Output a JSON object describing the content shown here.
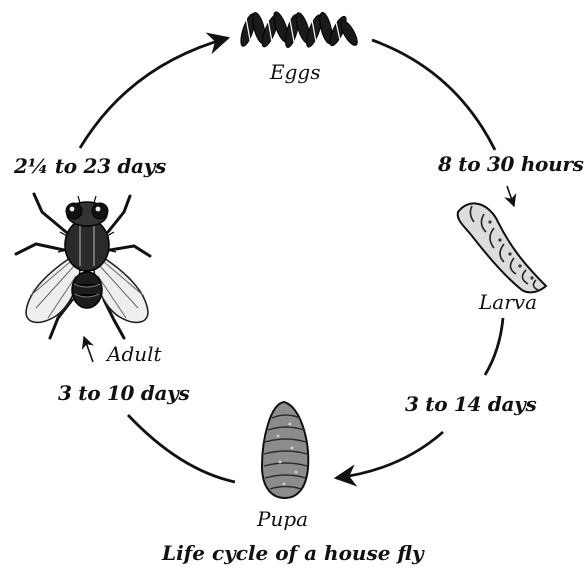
{
  "diagram": {
    "caption": "Life cycle of a house fly",
    "stages": {
      "eggs": {
        "label": "Eggs"
      },
      "larva": {
        "label": "Larva"
      },
      "pupa": {
        "label": "Pupa"
      },
      "adult": {
        "label": "Adult"
      }
    },
    "durations": {
      "eggs_to_larva": "8 to 30 hours",
      "larva_to_pupa": "3 to 14 days",
      "pupa_to_adult": "3 to 10 days",
      "adult_to_eggs": "2¼ to 23 days"
    },
    "colors": {
      "ink": "#111111",
      "paper": "#ffffff"
    }
  }
}
